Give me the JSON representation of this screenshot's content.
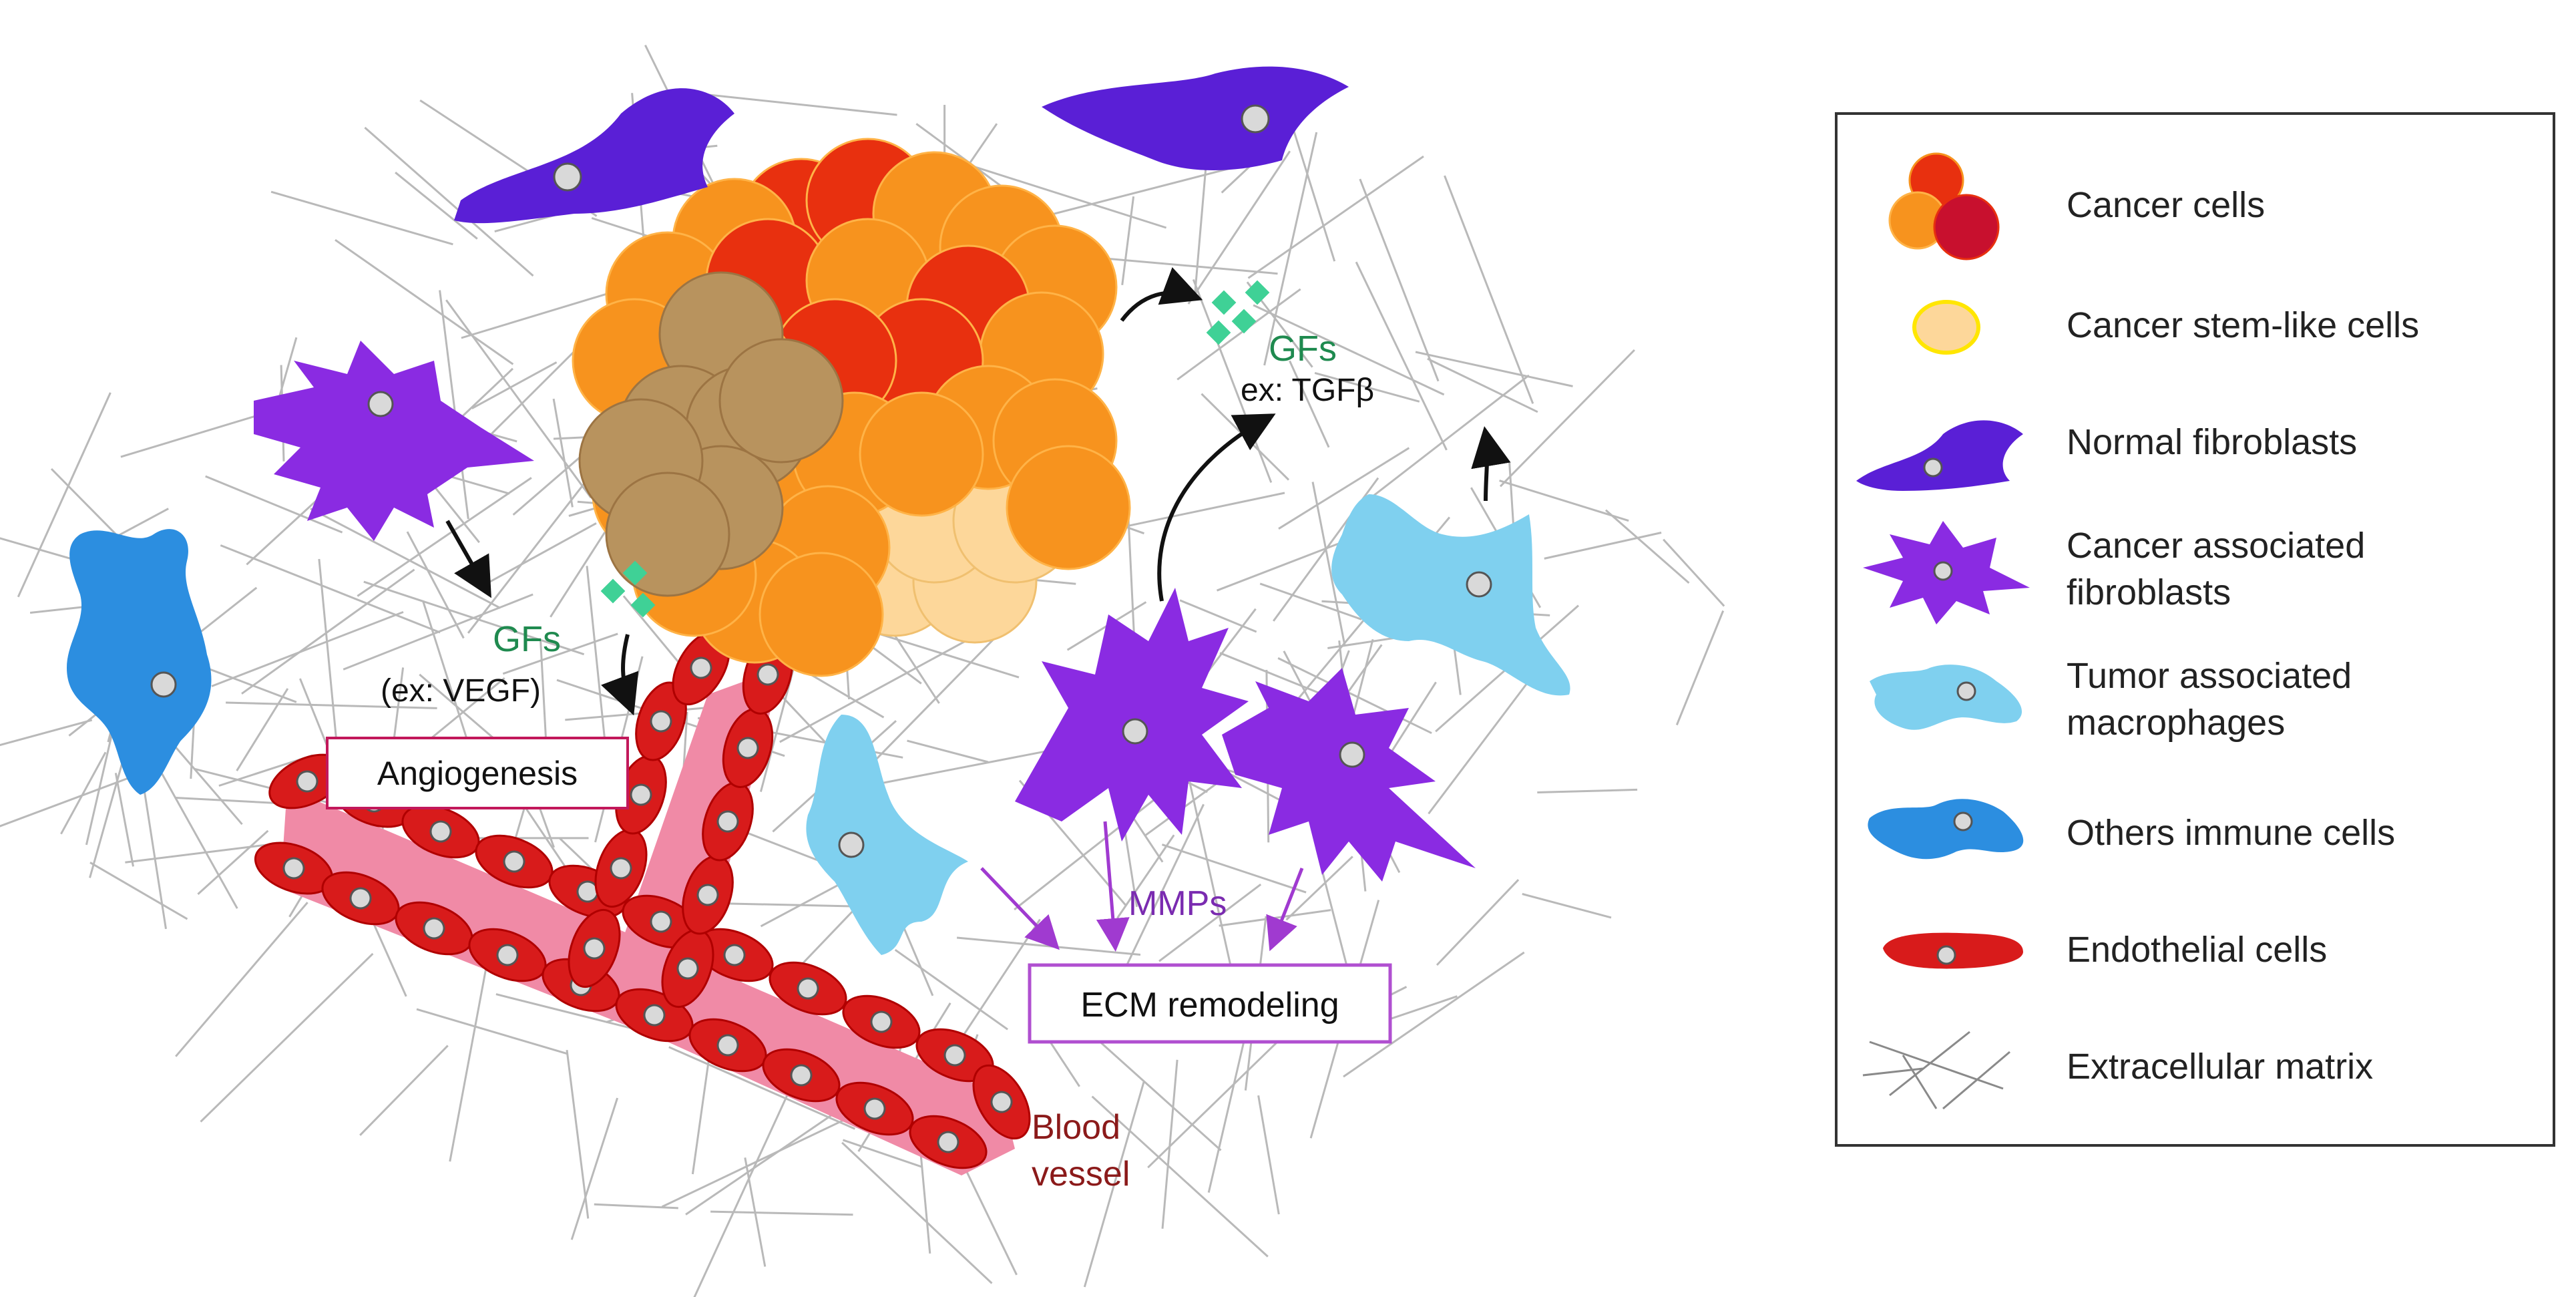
{
  "labels": {
    "gfs_left": "GFs",
    "vegf": "(ex: VEGF)",
    "gfs_right": "GFs",
    "tgf": "ex: TGFβ",
    "angiogenesis": "Angiogenesis",
    "mmps": "MMPs",
    "ecm_remodeling": "ECM remodeling",
    "blood": "Blood",
    "vessel": "vessel"
  },
  "legend": {
    "items": [
      {
        "icon": "cancer-cells-icon",
        "label": "Cancer cells"
      },
      {
        "icon": "cancer-stem-like-cells-icon",
        "label": "Cancer stem-like cells"
      },
      {
        "icon": "normal-fibroblast-icon",
        "label": "Normal fibroblasts"
      },
      {
        "icon": "caf-icon",
        "label": "Cancer associated",
        "label2": "fibroblasts"
      },
      {
        "icon": "tam-icon",
        "label": "Tumor associated",
        "label2": "macrophages"
      },
      {
        "icon": "immune-cell-icon",
        "label": "Others immune cells"
      },
      {
        "icon": "endothelial-cell-icon",
        "label": "Endothelial cells"
      },
      {
        "icon": "ecm-icon",
        "label": "Extracellular matrix"
      }
    ]
  },
  "colors": {
    "cancer_orange": "#f7931e",
    "cancer_red": "#e8300f",
    "cancer_brown": "#b8935e",
    "stem_yellow": "#fdd79a",
    "fibroblast_purple": "#5a1fd6",
    "caf_purple": "#8a2be2",
    "tam_lightblue": "#7fd0ef",
    "immune_blue": "#2c8ee0",
    "endothelial_red": "#d81b1b",
    "vessel_pink": "#f08aa6",
    "gf_green": "#3fd196",
    "mmp_purple": "#a03ad0",
    "blood_text": "#8b1a1a"
  }
}
